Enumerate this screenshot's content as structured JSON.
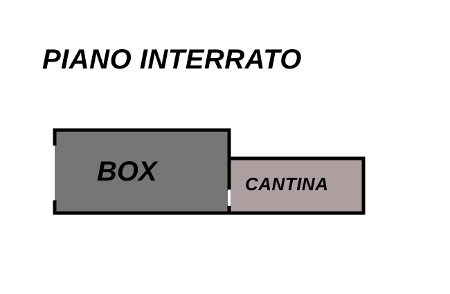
{
  "title": "PIANO INTERRATO",
  "rooms": {
    "box": {
      "label": "BOX",
      "fill": "#777576"
    },
    "cantina": {
      "label": "CANTINA",
      "fill": "#ae9fa0"
    }
  },
  "colors": {
    "wall": "#000000",
    "background": "#ffffff"
  }
}
